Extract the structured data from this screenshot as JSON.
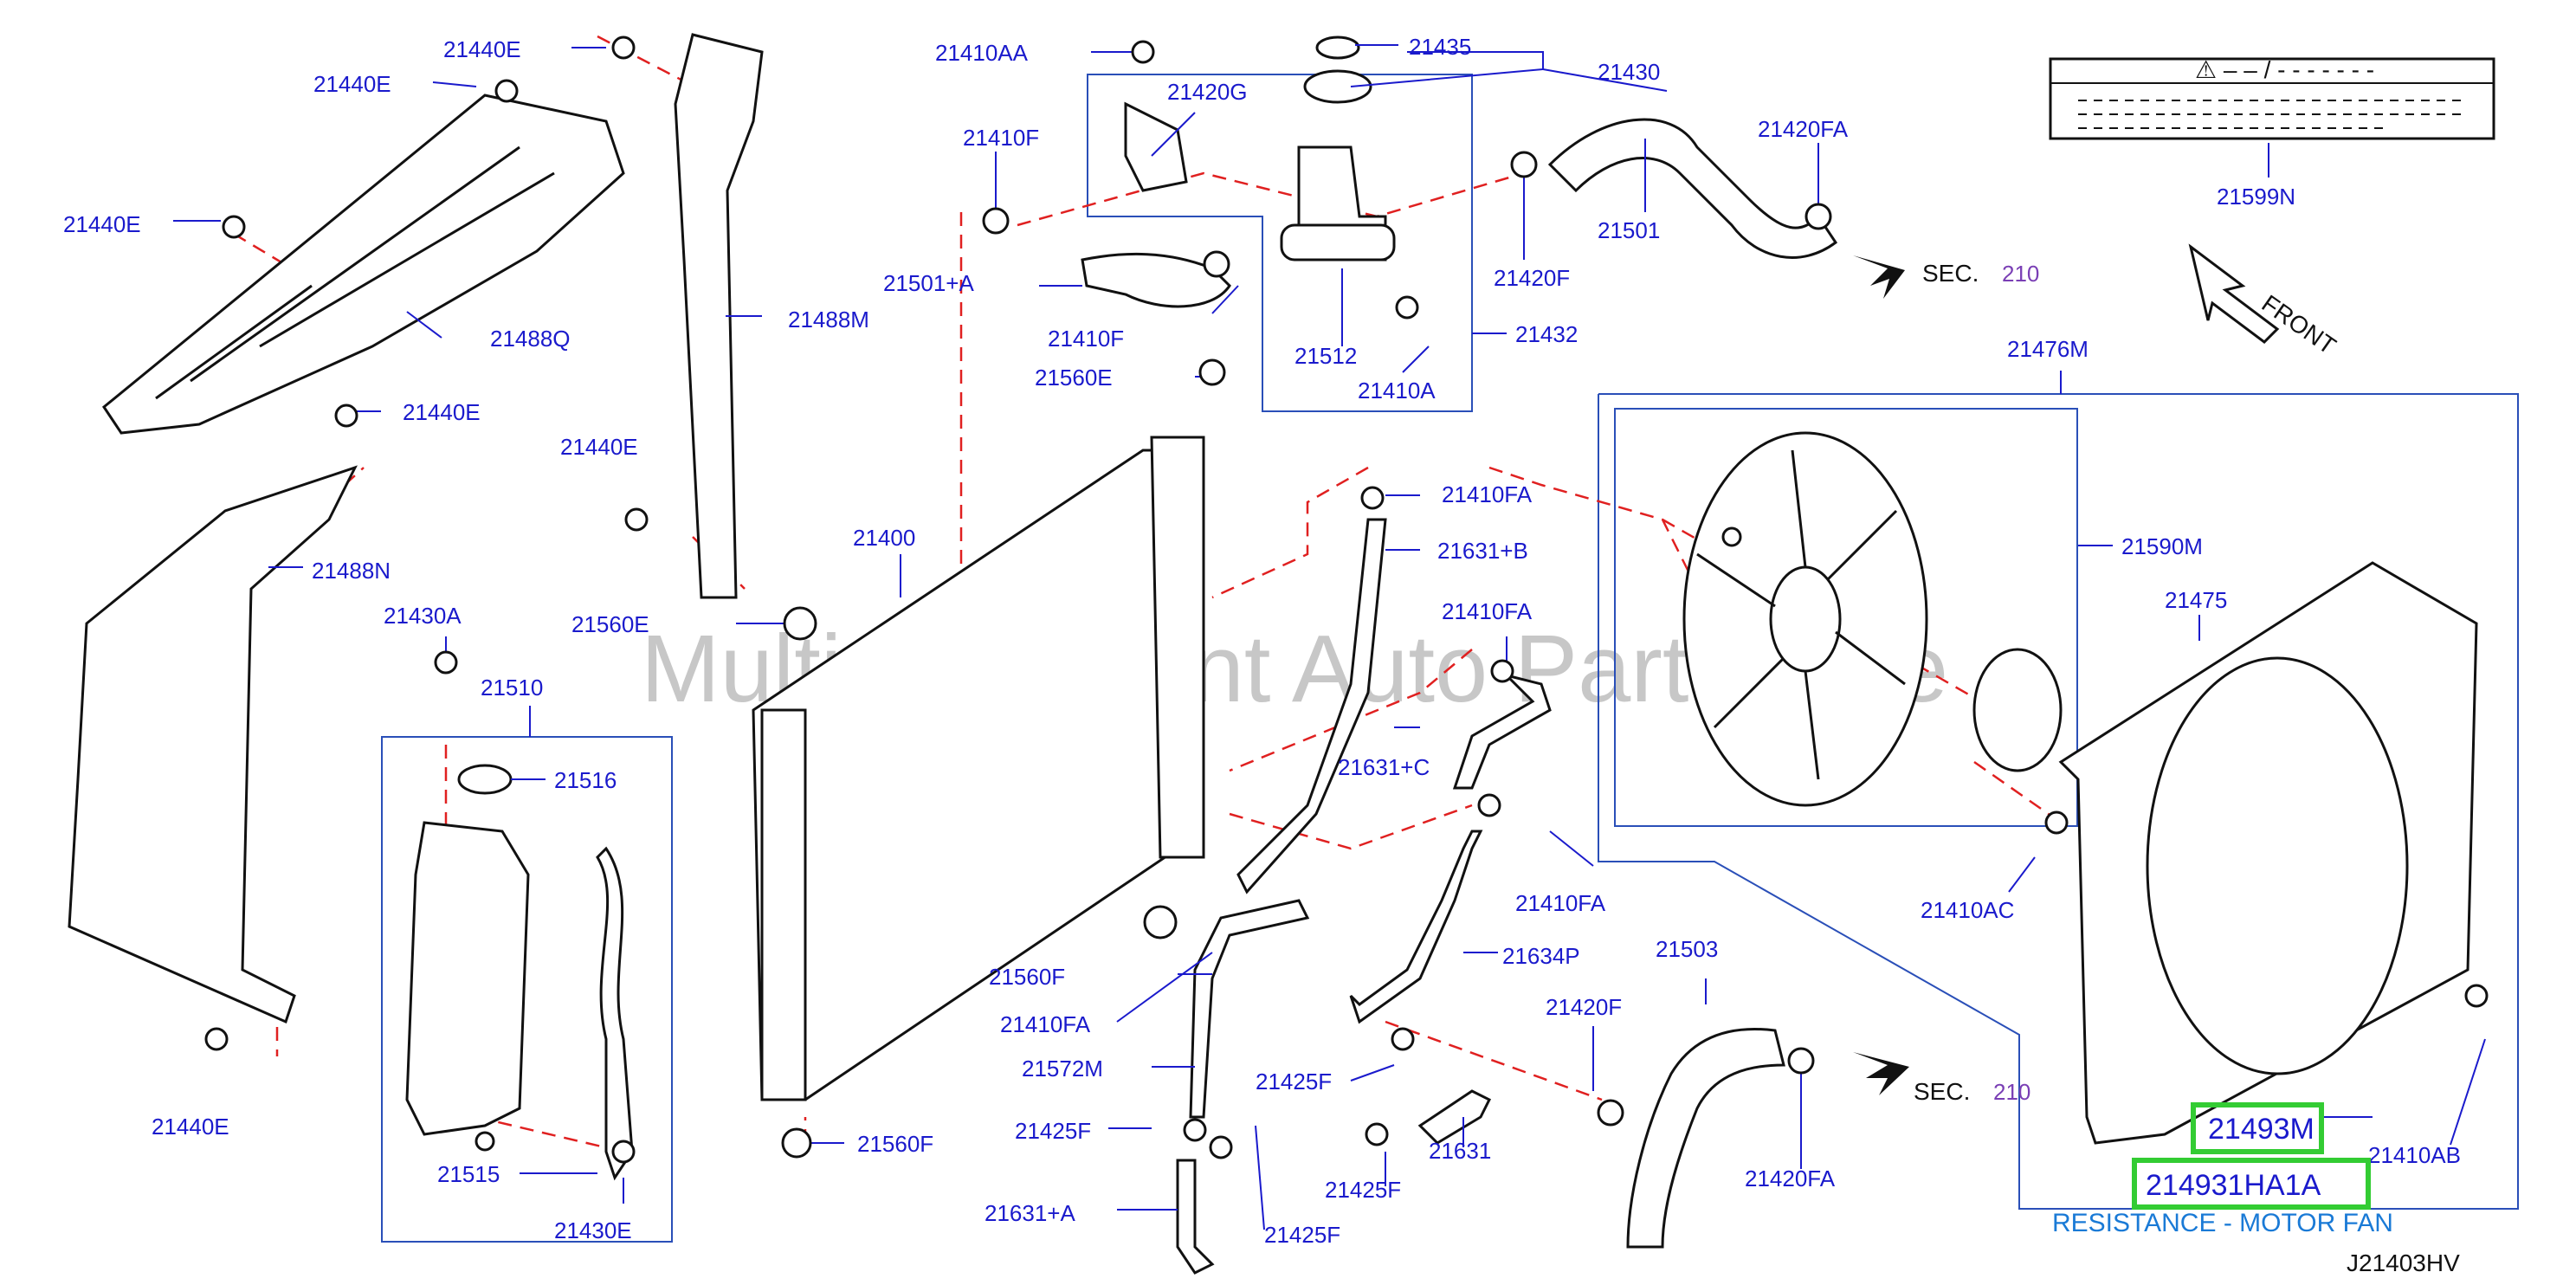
{
  "diagram": {
    "drawing_code": "J21403HV",
    "watermark": "Multi-Merchant Auto Partsstore",
    "front_label": "FRONT",
    "sec_ref": {
      "prefix": "SEC.",
      "number": "210"
    },
    "warning_label": "⚠ – – / - - - - - - -",
    "highlight_note": "RESISTANCE - MOTOR FAN",
    "highlights": [
      "21493M",
      "214931HA1A"
    ],
    "part_labels": {
      "p21440E_a": "21440E",
      "p21440E_b": "21440E",
      "p21440E_c": "21440E",
      "p21440E_d": "21440E",
      "p21440E_e": "21440E",
      "p21440E_f": "21440E",
      "p21488Q": "21488Q",
      "p21488M": "21488M",
      "p21488N": "21488N",
      "p21410AA": "21410AA",
      "p21420G": "21420G",
      "p21435": "21435",
      "p21430": "21430",
      "p21420FA_a": "21420FA",
      "p21410F_a": "21410F",
      "p21501A": "21501+A",
      "p21410F_b": "21410F",
      "p21512": "21512",
      "p21410A": "21410A",
      "p21432": "21432",
      "p21420F_a": "21420F",
      "p21501": "21501",
      "p21599N": "21599N",
      "p21476M": "21476M",
      "p21560E_a": "21560E",
      "p21410FA_a": "21410FA",
      "p21631B": "21631+B",
      "p21400": "21400",
      "p21560E_b": "21560E",
      "p21410FA_b": "21410FA",
      "p21590M": "21590M",
      "p21475": "21475",
      "p21430A": "21430A",
      "p21510": "21510",
      "p21516": "21516",
      "p21631C": "21631+C",
      "p21410FA_c": "21410FA",
      "p21410AC": "21410AC",
      "p21503": "21503",
      "p21634P": "21634P",
      "p21560F_a": "21560F",
      "p21420F_b": "21420F",
      "p21410FA_d": "21410FA",
      "p21572M": "21572M",
      "p21425F_a": "21425F",
      "p21425F_b": "21425F",
      "p21631": "21631",
      "p21410AB": "21410AB",
      "p21515": "21515",
      "p21560F_b": "21560F",
      "p21425F_c": "21425F",
      "p21420FA_b": "21420FA",
      "p21430E": "21430E",
      "p21631A": "21631+A",
      "p21425F_d": "21425F"
    },
    "colors": {
      "label": "#1a1acc",
      "frame": "#2a4fb8",
      "dash": "#e02020",
      "highlight_box": "#33cc33",
      "highlight_note": "#1a7ad6",
      "sec_number": "#7a3fb5"
    }
  }
}
